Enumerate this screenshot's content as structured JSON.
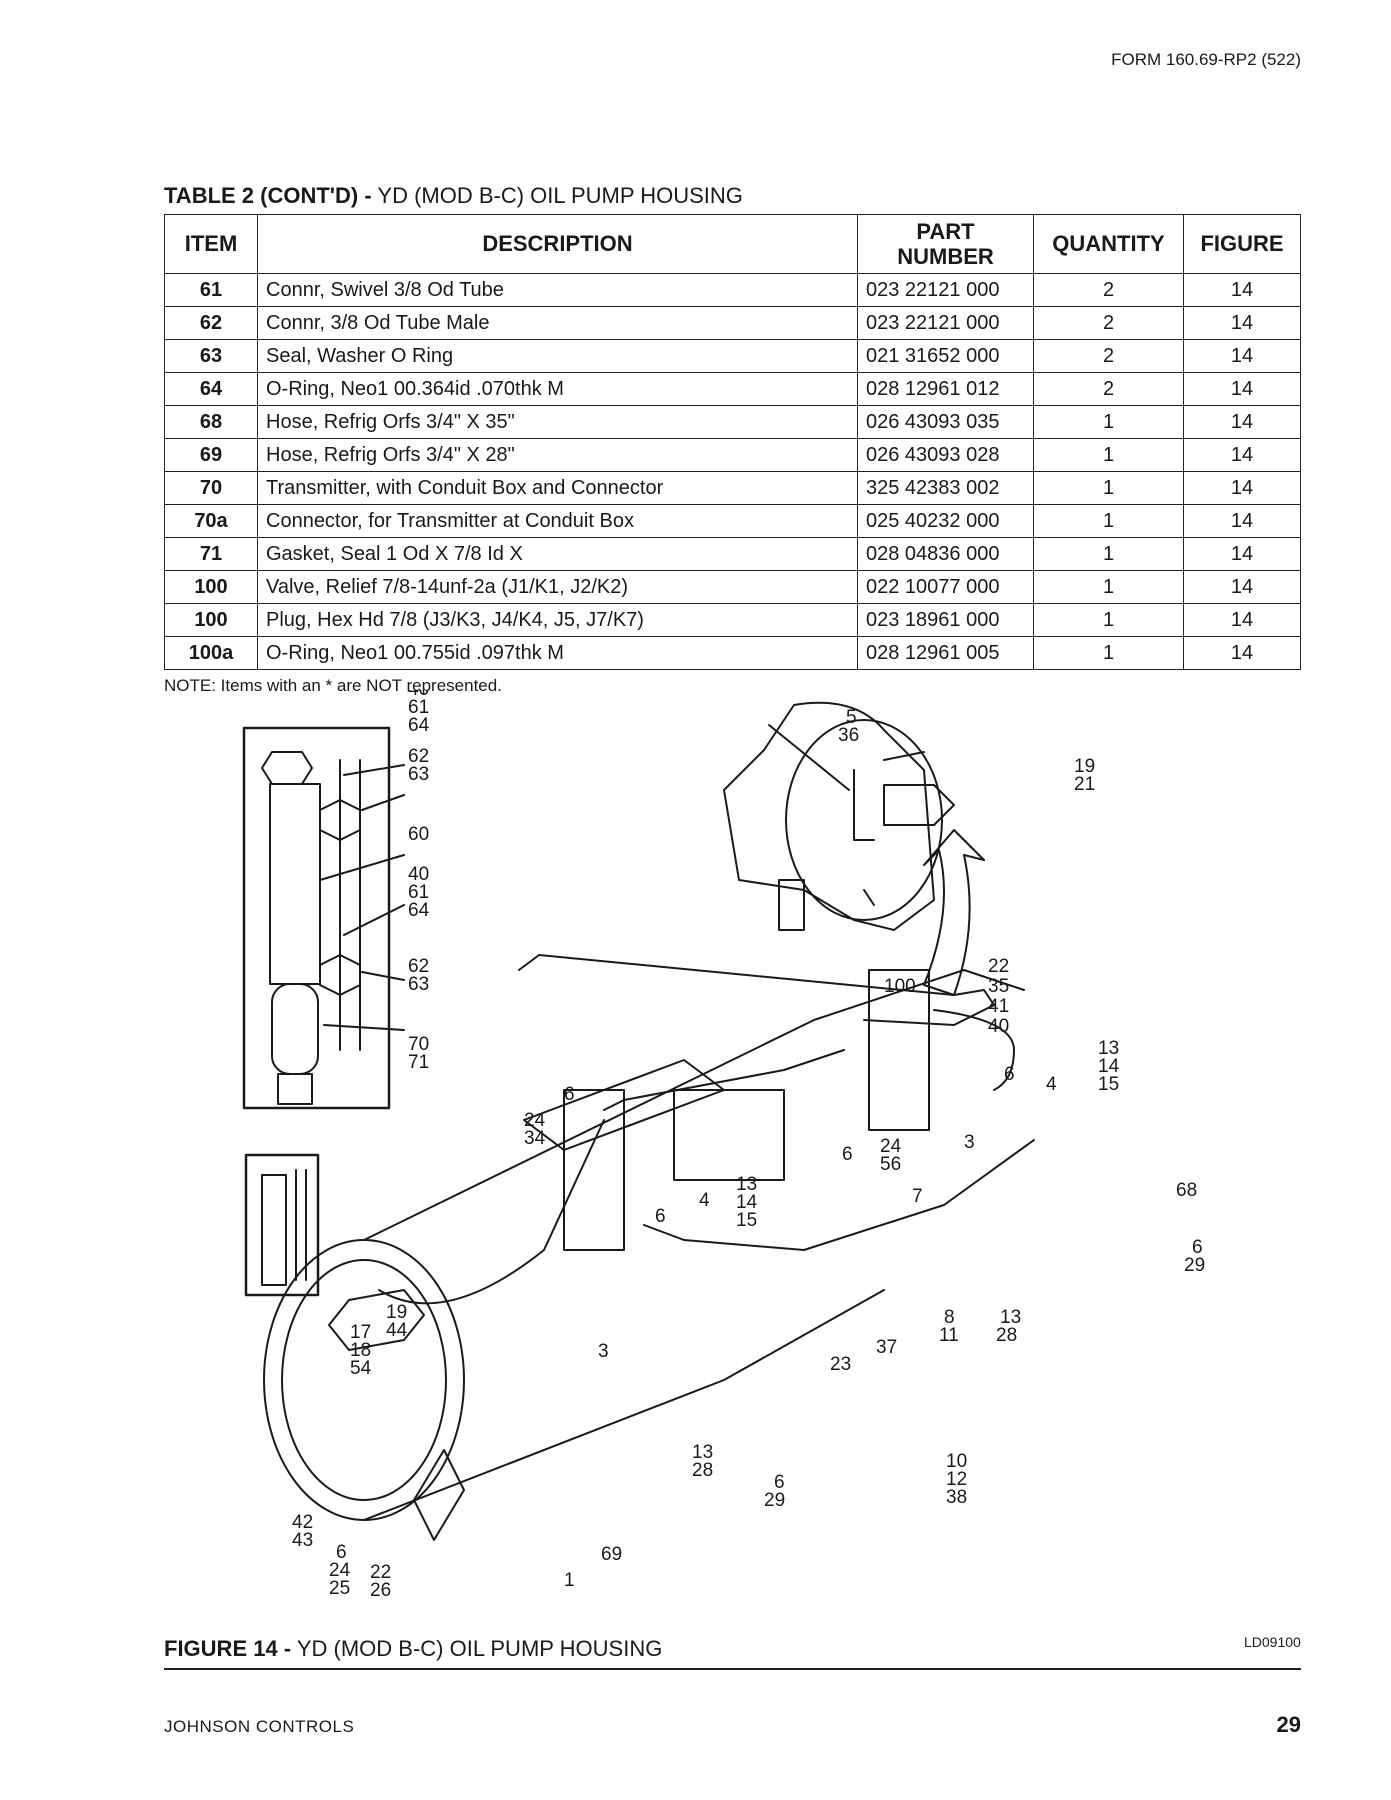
{
  "header": {
    "form_number": "FORM 160.69-RP2 (522)"
  },
  "table": {
    "title_bold": "TABLE 2 (CONT'D) -",
    "title_rest": " YD (MOD B-C) OIL PUMP HOUSING",
    "columns": {
      "item": "ITEM",
      "description": "DESCRIPTION",
      "part_number": "PART NUMBER",
      "quantity": "QUANTITY",
      "figure": "FIGURE"
    },
    "rows": [
      {
        "item": "61",
        "description": "Connr, Swivel 3/8 Od Tube",
        "part_number": "023 22121 000",
        "quantity": "2",
        "figure": "14"
      },
      {
        "item": "62",
        "description": "Connr, 3/8 Od Tube Male",
        "part_number": "023 22121 000",
        "quantity": "2",
        "figure": "14"
      },
      {
        "item": "63",
        "description": "Seal, Washer O Ring",
        "part_number": "021 31652 000",
        "quantity": "2",
        "figure": "14"
      },
      {
        "item": "64",
        "description": "O-Ring, Neo1 00.364id .070thk M",
        "part_number": "028 12961 012",
        "quantity": "2",
        "figure": "14"
      },
      {
        "item": "68",
        "description": "Hose, Refrig Orfs 3/4\" X 35\"",
        "part_number": "026 43093 035",
        "quantity": "1",
        "figure": "14"
      },
      {
        "item": "69",
        "description": "Hose, Refrig Orfs 3/4\" X 28\"",
        "part_number": "026 43093 028",
        "quantity": "1",
        "figure": "14"
      },
      {
        "item": "70",
        "description": "Transmitter, with Conduit Box and Connector",
        "part_number": "325 42383 002",
        "quantity": "1",
        "figure": "14"
      },
      {
        "item": "70a",
        "description": "Connector, for Transmitter at Conduit Box",
        "part_number": "025 40232 000",
        "quantity": "1",
        "figure": "14"
      },
      {
        "item": "71",
        "description": "Gasket, Seal 1 Od X 7/8 Id X",
        "part_number": "028 04836 000",
        "quantity": "1",
        "figure": "14"
      },
      {
        "item": "100",
        "description": "Valve, Relief 7/8-14unf-2a (J1/K1, J2/K2)",
        "part_number": "022 10077 000",
        "quantity": "1",
        "figure": "14"
      },
      {
        "item": "100",
        "description": "Plug, Hex Hd 7/8 (J3/K3, J4/K4, J5, J7/K7)",
        "part_number": "023 18961 000",
        "quantity": "1",
        "figure": "14"
      },
      {
        "item": "100a",
        "description": "O-Ring, Neo1 00.755id .097thk M",
        "part_number": "028 12961 005",
        "quantity": "1",
        "figure": "14"
      }
    ],
    "note": "NOTE: Items with an * are NOT represented."
  },
  "figure": {
    "caption_bold": "FIGURE 14 -",
    "caption_rest": " YD (MOD B-C) OIL PUMP HOUSING",
    "drawing_code": "LD09100",
    "callouts": {
      "c_40a": "40",
      "c_61a": "61",
      "c_64a": "64",
      "c_62a": "62",
      "c_63a": "63",
      "c_60": "60",
      "c_40b": "40",
      "c_61b": "61",
      "c_64b": "64",
      "c_62b": "62",
      "c_63b": "63",
      "c_70": "70",
      "c_71": "71",
      "c_5": "5",
      "c_36": "36",
      "c_19a": "19",
      "c_21": "21",
      "c_100": "100",
      "c_22a": "22",
      "c_35": "35",
      "c_41": "41",
      "c_40c": "40",
      "c_6a": "6",
      "c_4a": "4",
      "c_13a": "13",
      "c_14a": "14",
      "c_15a": "15",
      "c_6b": "6",
      "c_24a": "24",
      "c_34": "34",
      "c_3a": "3",
      "c_6c": "6",
      "c_24b": "24",
      "c_56": "56",
      "c_68": "68",
      "c_7": "7",
      "c_13b": "13",
      "c_14b": "14",
      "c_15b": "15",
      "c_4b": "4",
      "c_6d": "6",
      "c_6e": "6",
      "c_29a": "29",
      "c_19b": "19",
      "c_44": "44",
      "c_17": "17",
      "c_18": "18",
      "c_54": "54",
      "c_3b": "3",
      "c_8": "8",
      "c_11": "11",
      "c_13c": "13",
      "c_28a": "28",
      "c_23": "23",
      "c_37": "37",
      "c_13d": "13",
      "c_28b": "28",
      "c_6f": "6",
      "c_29b": "29",
      "c_10": "10",
      "c_12": "12",
      "c_38": "38",
      "c_42": "42",
      "c_43": "43",
      "c_6g": "6",
      "c_24c": "24",
      "c_25": "25",
      "c_22b": "22",
      "c_26": "26",
      "c_69": "69",
      "c_1": "1"
    }
  },
  "footer": {
    "company": "JOHNSON CONTROLS",
    "page_number": "29"
  }
}
